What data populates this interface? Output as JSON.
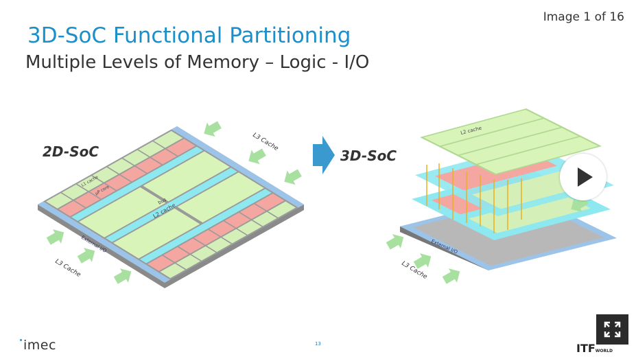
{
  "viewer": {
    "counter": "Image 1 of 16",
    "play_icon": "play-icon",
    "fullscreen_icon": "expand-icon"
  },
  "slide": {
    "title": "3D-SoC Functional Partitioning",
    "subtitle": "Multiple Levels of Memory – Logic - I/O",
    "page_number": "13",
    "footer_left_logo": "imec",
    "footer_right_logo": "ITF",
    "footer_right_logo_small": "WORLD",
    "diagram": {
      "left_label": "2D-SoC",
      "right_label": "3D-SoC",
      "l3_label": "L3 Cache",
      "io_label": "External I/O",
      "l2_label": "L2 cache",
      "bus_label": "bus",
      "l1_label": "L1 cache",
      "core_label": "µP core",
      "colors": {
        "l1": "#d4f0b8",
        "core": "#f4a6a0",
        "bus": "#8ee8f0",
        "l2": "#d8f4b8",
        "io": "#9cc4e8",
        "frame": "#9a9a9a",
        "arrow": "#a8e0a0",
        "accent_arrow": "#3a9ad0"
      }
    }
  }
}
